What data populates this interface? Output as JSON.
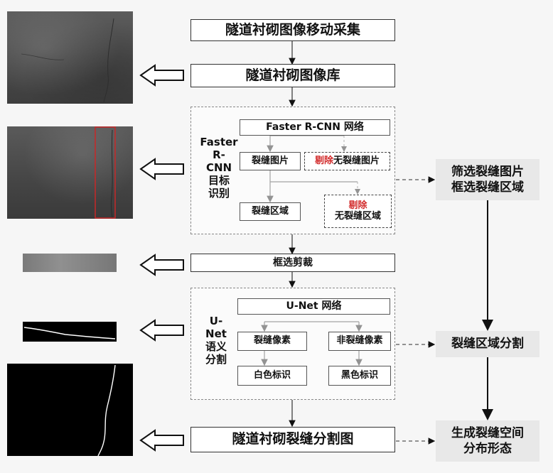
{
  "flow": {
    "capture": "隧道衬砌图像移动采集",
    "library": "隧道衬砌图像库",
    "crop": "框选剪裁",
    "result": "隧道衬砌裂缝分割图"
  },
  "faster_rcnn": {
    "label_lines": [
      "Faster",
      "R-",
      "CNN",
      "目标",
      "识别"
    ],
    "network": "Faster R-CNN 网络",
    "crack_image": "裂缝图片",
    "remove_label": "剔除",
    "non_crack_image": "无裂缝图片",
    "crack_region": "裂缝区域",
    "non_crack_region": "无裂缝区域"
  },
  "unet": {
    "label_lines": [
      "U-",
      "Net",
      "语义",
      "分割"
    ],
    "network": "U-Net 网络",
    "crack_pixels": "裂缝像素",
    "non_crack_pixels": "非裂缝像素",
    "white_mark": "白色标识",
    "black_mark": "黑色标识"
  },
  "outcomes": {
    "screen_lines": [
      "筛选裂缝图片",
      "框选裂缝区域"
    ],
    "segment": "裂缝区域分割",
    "morph_lines": [
      "生成裂缝空间",
      "分布形态"
    ]
  },
  "colors": {
    "highlight": "#d22b2b",
    "panel": "#e8e8e8",
    "box_border": "#333333"
  },
  "icons": {
    "arrow_left": "hollow-left-arrow-icon"
  }
}
